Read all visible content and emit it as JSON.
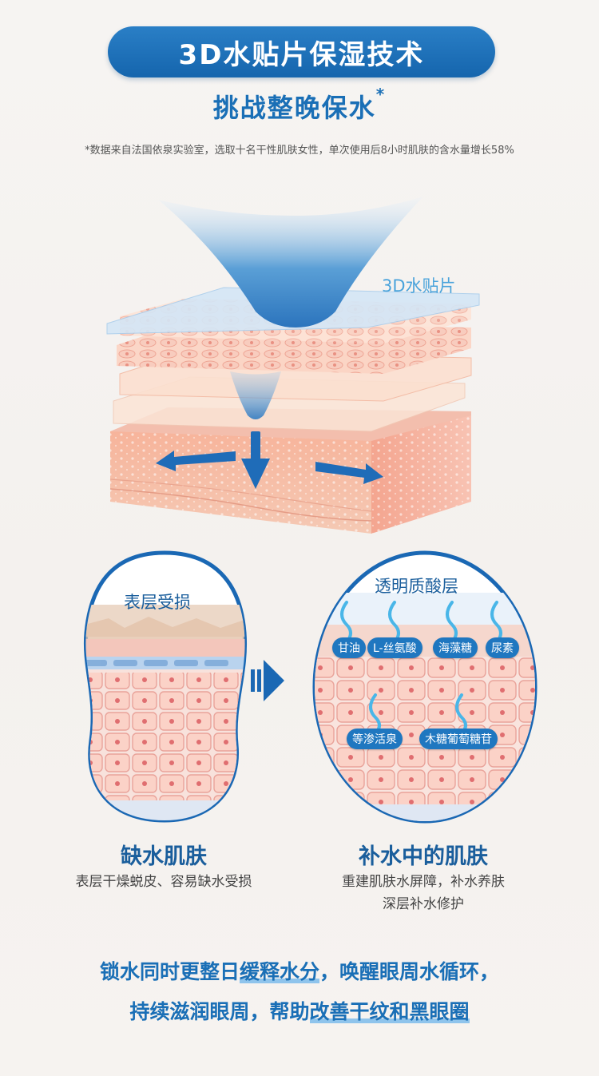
{
  "header": {
    "title": "3D水贴片保湿技术",
    "subtitle": "挑战整晚保水",
    "subtitle_mark": "*",
    "footnote": "*数据来自法国依泉实验室，选取十名干性肌肤女性，单次使用后8小时肌肤的含水量增长58%"
  },
  "diagram": {
    "patch_label": "3D水贴片"
  },
  "comparison": {
    "left": {
      "badge": "表层受损",
      "title": "缺水肌肤",
      "desc_lines": [
        "表层干燥蜕皮、容易缺水受损"
      ]
    },
    "right": {
      "badge": "透明质酸层",
      "ingredients": [
        "甘油",
        "L-丝氨酸",
        "海藻糖",
        "尿素",
        "等渗活泉",
        "木糖葡萄糖苷"
      ],
      "title": "补水中的肌肤",
      "desc_lines": [
        "重建肌肤水屏障，补水养肤",
        "深层补水修护"
      ]
    }
  },
  "slogan": {
    "line1_a": "锁水同时更整日",
    "line1_u": "缓释水分",
    "line1_b": "，唤醒眼周水循环，",
    "line2_a": "持续滋润眼周，帮助",
    "line2_u": "改善干纹和黑眼圈"
  },
  "colors": {
    "brand_blue": "#1a6fb6",
    "pill_blue": "#1565ad",
    "skin_pink": "#f2b3a8",
    "patch_blue": "#cfe3f4"
  }
}
